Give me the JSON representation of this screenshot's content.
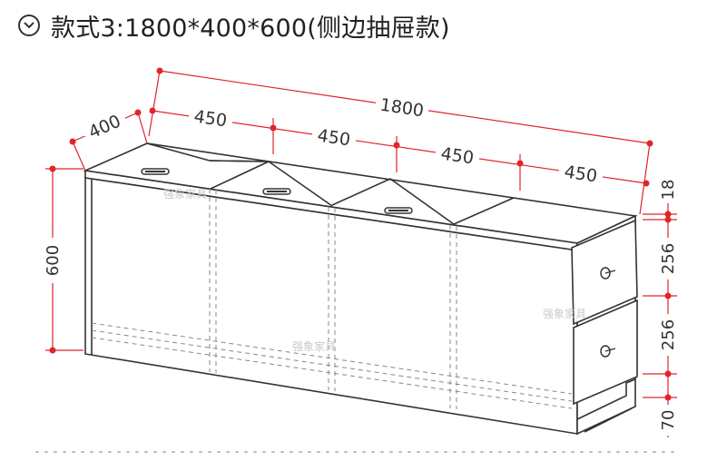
{
  "header": {
    "title": "款式3:1800*400*600(侧边抽屉款)",
    "icon": "chevron-down-circle-icon"
  },
  "dimensions": {
    "total_length": "1800",
    "depth": "400",
    "segment_1": "450",
    "segment_2": "450",
    "segment_3": "450",
    "segment_4": "450",
    "height": "600",
    "top_thickness": "18",
    "drawer_1": "256",
    "drawer_2": "256",
    "base": "70"
  },
  "watermark": {
    "text": "强象家具"
  },
  "colors": {
    "dimension_line": "#e0242a",
    "outline": "#333333"
  }
}
